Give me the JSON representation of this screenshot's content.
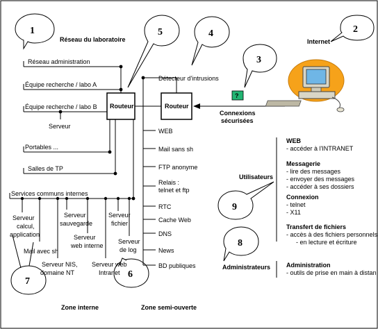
{
  "callouts": [
    "1",
    "2",
    "3",
    "4",
    "5",
    "6",
    "7",
    "8",
    "9"
  ],
  "titles": {
    "lab_network": "Réseau du laboratoire",
    "internet": "Internet",
    "zone_internal": "Zone interne",
    "zone_semi_open": "Zone semi-ouverte"
  },
  "routers": {
    "left": "Routeur",
    "right": "Routeur"
  },
  "left_networks": [
    "Réseau administration",
    "Équipe recherche / labo A",
    "Équipe recherche / labo B",
    "Serveur",
    "Portables ...",
    "Salles de TP",
    "Services communs internes"
  ],
  "internal_servers": [
    "Serveur",
    "calcul,",
    "application",
    "Mail avec sh",
    "Serveur NIS,",
    "domaine NT",
    "Serveur",
    "sauvegarde",
    "Serveur",
    "web interne",
    "Serveur web",
    "Intranet",
    "Serveur",
    "fichier",
    "Serveur",
    "de log"
  ],
  "dmz_services": [
    "Détecteur d'intrusions",
    "WEB",
    "Mail sans sh",
    "FTP anonyme",
    "Relais :",
    "telnet et ftp",
    "RTC",
    "Cache Web",
    "DNS",
    "News",
    "BD publiques"
  ],
  "secure_connections": {
    "icon": "?",
    "line1": "Connexions",
    "line2": "sécurisées"
  },
  "roles": {
    "users": "Utilisateurs",
    "admins": "Administrateurs"
  },
  "right_panel": {
    "web_title": "WEB",
    "web_items": [
      "- accéder à l'INTRANET"
    ],
    "msg_title": "Messagerie",
    "msg_items": [
      "- lire des messages",
      "- envoyer des messages",
      "- accéder à ses dossiers"
    ],
    "conn_title": "Connexion",
    "conn_items": [
      "- telnet",
      "- X11"
    ],
    "transfer_title": "Transfert de fichiers",
    "transfer_items": [
      "- accès à des fichiers personnels",
      "- en lecture et écriture"
    ],
    "admin_title": "Administration",
    "admin_items": [
      "- outils de prise en main à distan"
    ]
  },
  "colors": {
    "secure_icon": "#22b573",
    "monitor_bg": "#f6a21a",
    "screen": "#6fb6e6"
  }
}
